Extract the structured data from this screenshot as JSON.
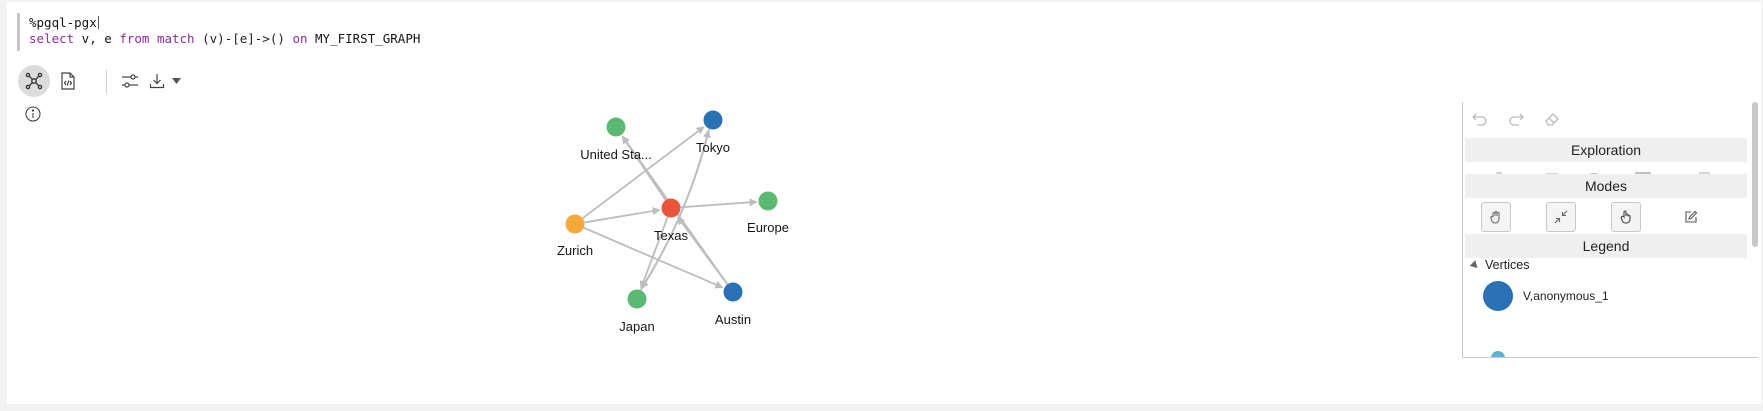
{
  "code": {
    "interpreter": "%pgql-pgx",
    "query": {
      "kw1": "select",
      "t1": " v, e ",
      "kw2": "from",
      "t2": " ",
      "kw3": "match",
      "t3": " (v)-[e]->() ",
      "kw4": "on",
      "t4": " MY_FIRST_GRAPH"
    }
  },
  "toolbar": {
    "buttons": [
      {
        "icon": "graph-view-icon",
        "active": true
      },
      {
        "icon": "table-view-icon",
        "active": false
      },
      {
        "icon": "settings-sliders-icon",
        "active": false
      },
      {
        "icon": "download-icon",
        "active": false
      }
    ],
    "info_icon": "info-icon"
  },
  "graph": {
    "nodes": [
      {
        "id": "us",
        "label": "United Sta...",
        "color": "#5bb974"
      },
      {
        "id": "tokyo",
        "label": "Tokyo",
        "color": "#2a72b5"
      },
      {
        "id": "texas",
        "label": "Texas",
        "color": "#e8553a"
      },
      {
        "id": "europe",
        "label": "Europe",
        "color": "#5bb974"
      },
      {
        "id": "zurich",
        "label": "Zurich",
        "color": "#f5a93b"
      },
      {
        "id": "japan",
        "label": "Japan",
        "color": "#5bb974"
      },
      {
        "id": "austin",
        "label": "Austin",
        "color": "#2a72b5"
      }
    ],
    "edges": [
      [
        "zurich",
        "tokyo"
      ],
      [
        "zurich",
        "texas"
      ],
      [
        "zurich",
        "austin"
      ],
      [
        "texas",
        "us"
      ],
      [
        "texas",
        "europe"
      ],
      [
        "texas",
        "japan"
      ],
      [
        "austin",
        "texas"
      ],
      [
        "austin",
        "us"
      ],
      [
        "japan",
        "tokyo"
      ],
      [
        "tokyo",
        "japan"
      ]
    ],
    "edge_color": "#bdbdbd"
  },
  "panel": {
    "exploration_title": "Exploration",
    "modes_title": "Modes",
    "legend_title": "Legend",
    "legend_group": "Vertices",
    "legend_items": [
      {
        "label": "V,anonymous_1",
        "color": "#2a72b5"
      }
    ]
  }
}
